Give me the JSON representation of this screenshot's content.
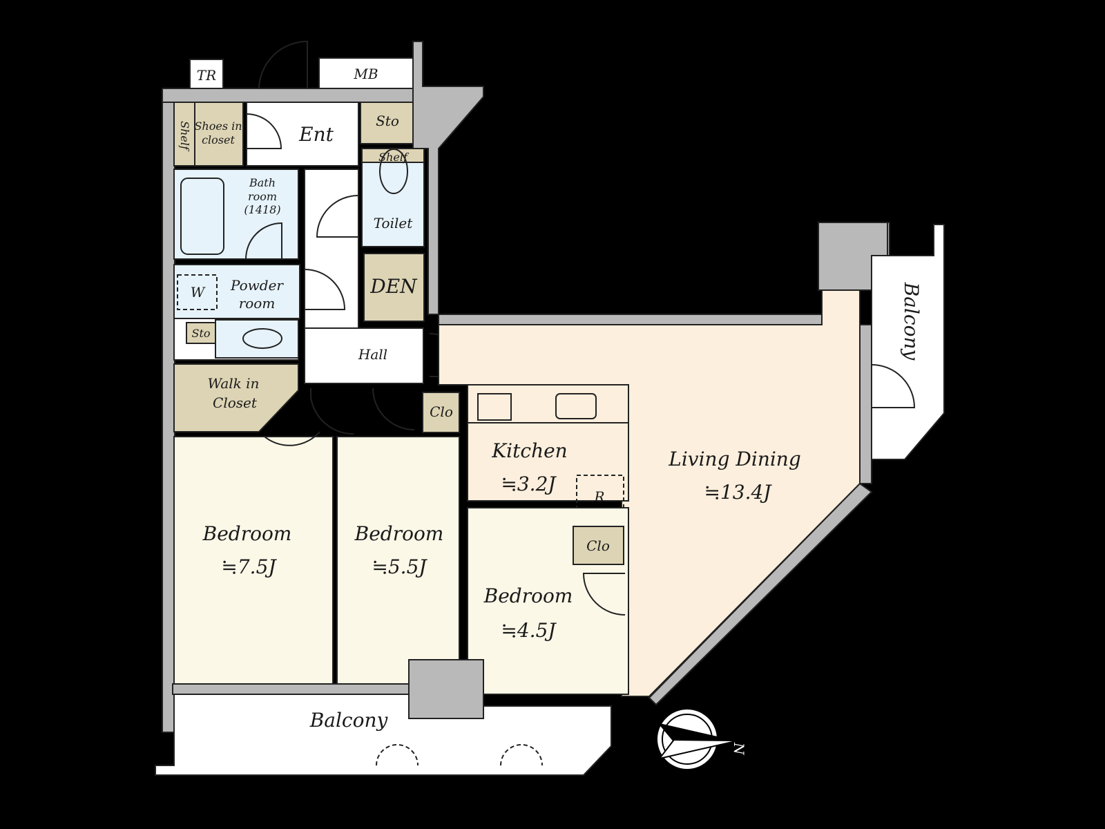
{
  "plan": {
    "rooms": {
      "tr": "TR",
      "mb": "MB",
      "shelf": "Shelf",
      "shoes_1": "Shoes in",
      "shoes_2": "closet",
      "ent": "Ent",
      "sto_top": "Sto",
      "toilet_shelf": "Shelf",
      "toilet": "Toilet",
      "bath_1": "Bath",
      "bath_2": "room",
      "bath_3": "(1418)",
      "den": "DEN",
      "w": "W",
      "powder_1": "Powder",
      "powder_2": "room",
      "sto_powder": "Sto",
      "hall": "Hall",
      "wic_1": "Walk in",
      "wic_2": "Closet",
      "clo_1": "Clo",
      "kitchen": "Kitchen",
      "kitchen_size": "≒3.2J",
      "r": "R",
      "clo_2": "Clo",
      "living": "Living Dining",
      "living_size": "≒13.4J",
      "bed1": "Bedroom",
      "bed1_size": "≒7.5J",
      "bed2": "Bedroom",
      "bed2_size": "≒5.5J",
      "bed3": "Bedroom",
      "bed3_size": "≒4.5J",
      "balcony_bottom": "Balcony",
      "balcony_right": "Balcony"
    },
    "compass": "N",
    "colors": {
      "wall": "#b9b9b9",
      "storage": "#ddd4b5",
      "wet": "#e6f3fb",
      "bedroom": "#fbf8e8",
      "living": "#fcefdd"
    }
  }
}
